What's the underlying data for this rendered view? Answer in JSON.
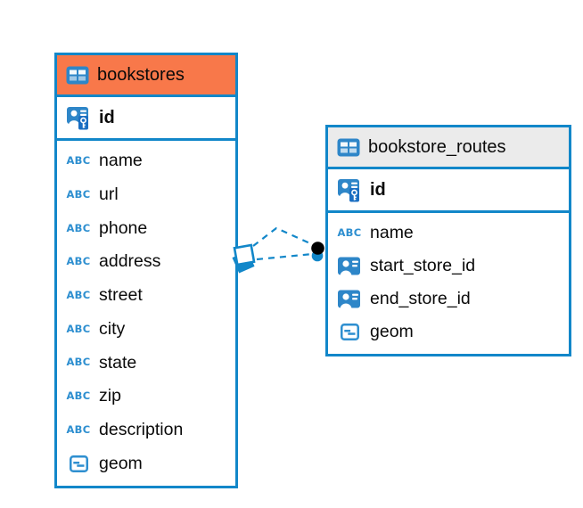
{
  "diagram": {
    "kind": "entity-relationship-diagram",
    "colors": {
      "accent_blue": "#1287c9",
      "icon_blue": "#2e86c8",
      "icon_light_blue": "#2e8fd0",
      "selected_header_orange": "#f8784a",
      "header_gray": "#ebebeb",
      "canvas_background": "#ffffff",
      "text": "#0a0a0a"
    },
    "icons": {
      "text_type_glyph": "ABC"
    },
    "tables": [
      {
        "name": "bookstores",
        "header_color": "#f8784a",
        "selected": true,
        "primary_key": {
          "name": "id",
          "icon": "primary-key-icon"
        },
        "fields": [
          {
            "name": "name",
            "type": "text",
            "icon": "text-type-icon"
          },
          {
            "name": "url",
            "type": "text",
            "icon": "text-type-icon"
          },
          {
            "name": "phone",
            "type": "text",
            "icon": "text-type-icon"
          },
          {
            "name": "address",
            "type": "text",
            "icon": "text-type-icon"
          },
          {
            "name": "street",
            "type": "text",
            "icon": "text-type-icon"
          },
          {
            "name": "city",
            "type": "text",
            "icon": "text-type-icon"
          },
          {
            "name": "state",
            "type": "text",
            "icon": "text-type-icon"
          },
          {
            "name": "zip",
            "type": "text",
            "icon": "text-type-icon"
          },
          {
            "name": "description",
            "type": "text",
            "icon": "text-type-icon"
          },
          {
            "name": "geom",
            "type": "geometry",
            "icon": "geometry-type-icon"
          }
        ]
      },
      {
        "name": "bookstore_routes",
        "header_color": "#ebebeb",
        "selected": false,
        "primary_key": {
          "name": "id",
          "icon": "primary-key-icon"
        },
        "fields": [
          {
            "name": "name",
            "type": "text",
            "icon": "text-type-icon"
          },
          {
            "name": "start_store_id",
            "type": "reference",
            "icon": "foreign-key-icon"
          },
          {
            "name": "end_store_id",
            "type": "reference",
            "icon": "foreign-key-icon"
          },
          {
            "name": "geom",
            "type": "geometry",
            "icon": "geometry-type-icon"
          }
        ]
      }
    ],
    "relationship": {
      "from_table": "bookstores",
      "to_table": "bookstore_routes",
      "line_style": "dashed",
      "color": "#1287c9",
      "source_marker": "diamond",
      "target_marker": "filled-dot",
      "line_count": 2
    }
  }
}
